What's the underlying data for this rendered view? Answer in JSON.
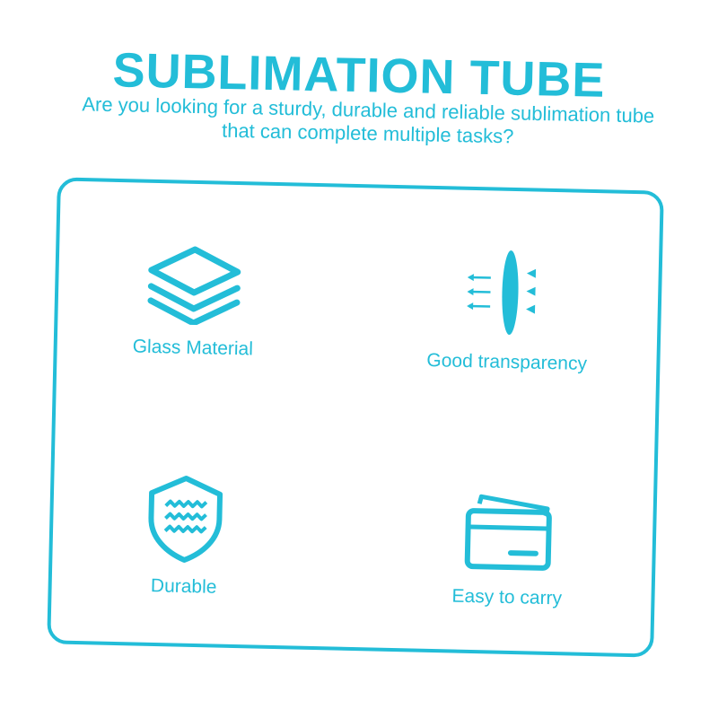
{
  "header": {
    "title": "SUBLIMATION TUBE",
    "subtitle": "Are you looking for a sturdy, durable and reliable sublimation tube that can complete multiple tasks?"
  },
  "features": [
    {
      "label": "Glass Material",
      "icon": "layers-icon"
    },
    {
      "label": "Good transparency",
      "icon": "lens-icon"
    },
    {
      "label": "Durable",
      "icon": "shield-icon"
    },
    {
      "label": "Easy to carry",
      "icon": "card-icon"
    }
  ],
  "colors": {
    "accent": "#23bdd8",
    "background": "#ffffff"
  }
}
